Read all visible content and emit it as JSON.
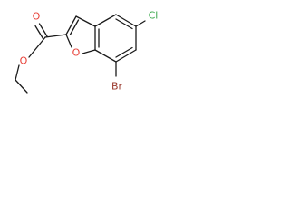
{
  "molecule": {
    "atoms": {
      "carbonyl_oxygen": {
        "symbol": "O",
        "color": "#e8423a"
      },
      "ester_oxygen": {
        "symbol": "O",
        "color": "#e8423a"
      },
      "ring_oxygen": {
        "symbol": "O",
        "color": "#e8423a"
      },
      "chlorine": {
        "symbol": "Cl",
        "color": "#3aa84b"
      },
      "bromine": {
        "symbol": "Br",
        "color": "#9a3a2e"
      }
    },
    "bond_color": "#1a1a1a"
  }
}
